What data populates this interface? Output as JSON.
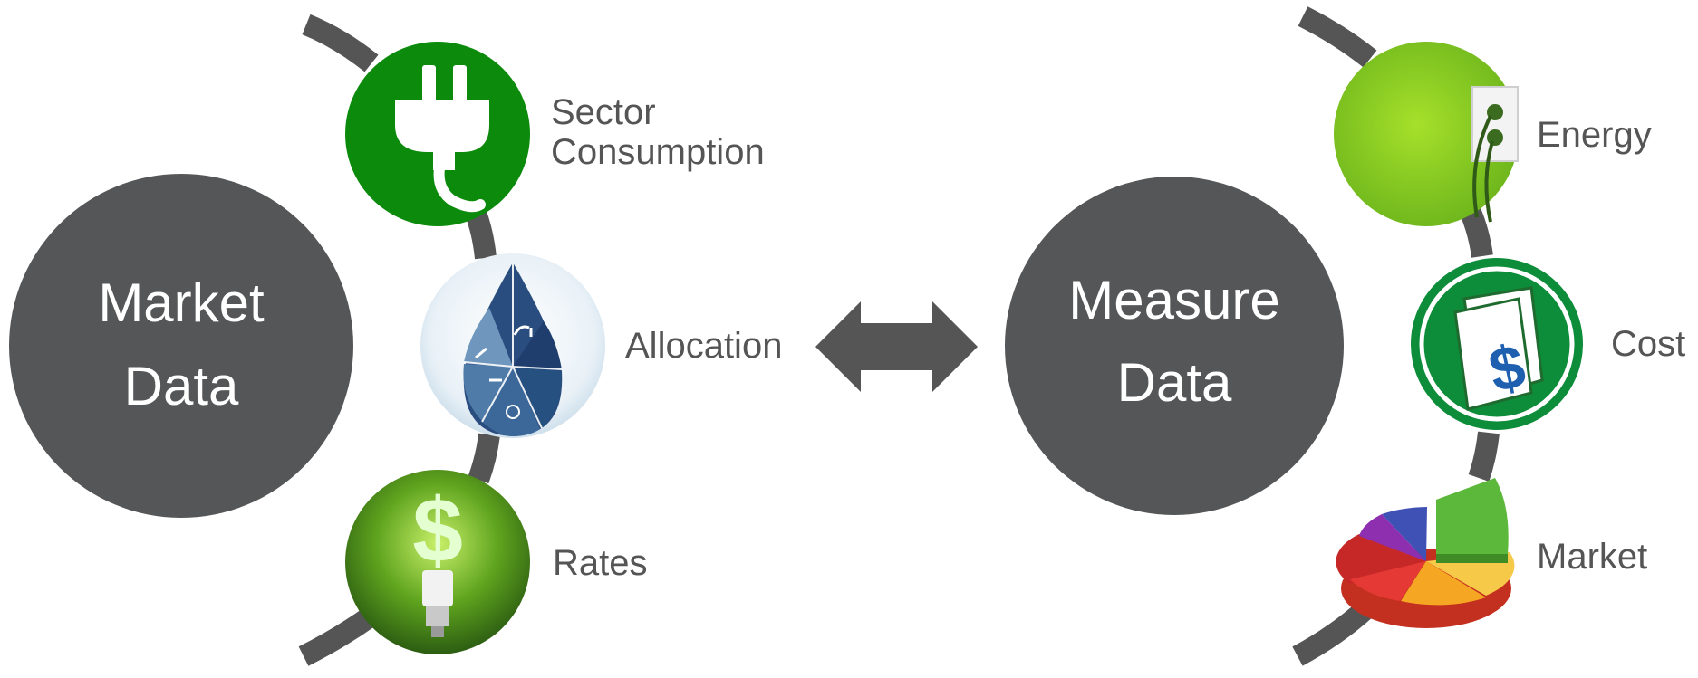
{
  "left_group": {
    "hub": {
      "line1": "Market",
      "line2": "Data"
    },
    "items": [
      {
        "line1": "Sector",
        "line2": "Consumption"
      },
      {
        "label": "Allocation"
      },
      {
        "label": "Rates"
      }
    ]
  },
  "right_group": {
    "hub": {
      "line1": "Measure",
      "line2": "Data"
    },
    "items": [
      {
        "label": "Energy"
      },
      {
        "label": "Cost"
      },
      {
        "label": "Market"
      }
    ]
  },
  "connector": "double-arrow-icon",
  "colors": {
    "hub": "#555657",
    "arc": "#555555",
    "label": "#555555",
    "plug_green": "#0b8a0b",
    "cost_green": "#0d8c3a",
    "lime": "#7ccf1a",
    "drop_blue": "#1f3e6e"
  }
}
